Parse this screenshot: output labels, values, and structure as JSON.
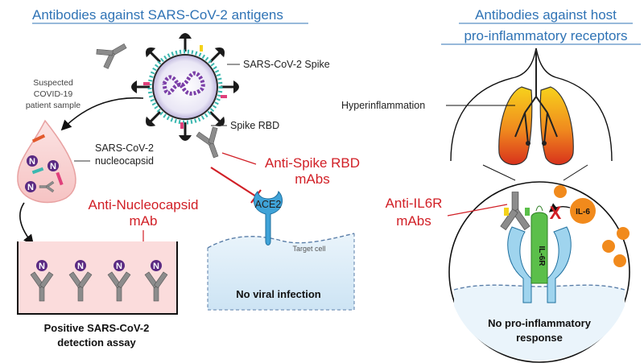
{
  "left": {
    "title": "Antibodies against SARS-CoV-2 antigens",
    "sample_label": [
      "Suspected",
      "COVID-19",
      "patient sample"
    ],
    "spike_label": "SARS-CoV-2 Spike",
    "rbd_label": "Spike RBD",
    "nucleocapsid_label": [
      "SARS-CoV-2",
      "nucleocapsid"
    ],
    "anti_rbd": [
      "Anti-Spike RBD",
      "mAbs"
    ],
    "anti_nucleocapsid": [
      "Anti-Nucleocapsid",
      "mAb"
    ],
    "ace2": "ACE2",
    "target_cell": "Target cell",
    "no_infection": "No viral infection",
    "assay": [
      "Positive SARS-CoV-2",
      "detection assay"
    ],
    "n_letter": "N"
  },
  "right": {
    "title": [
      "Antibodies against host",
      "pro-inflammatory receptors"
    ],
    "hyperinflammation": "Hyperinflammation",
    "anti_il6r": [
      "Anti-IL6R",
      "mAbs"
    ],
    "il6": "IL-6",
    "il6r": "IL-6R",
    "x_mark": "X",
    "no_response": [
      "No pro-inflammatory",
      "response"
    ]
  },
  "colors": {
    "title_blue": "#2f73b5",
    "red": "#d11f26",
    "nucleocapsid_purple": "#5a2a82",
    "spike_black": "#1a1a1a",
    "il6_orange": "#f18a1c",
    "receptor_green": "#5bbf4a"
  }
}
